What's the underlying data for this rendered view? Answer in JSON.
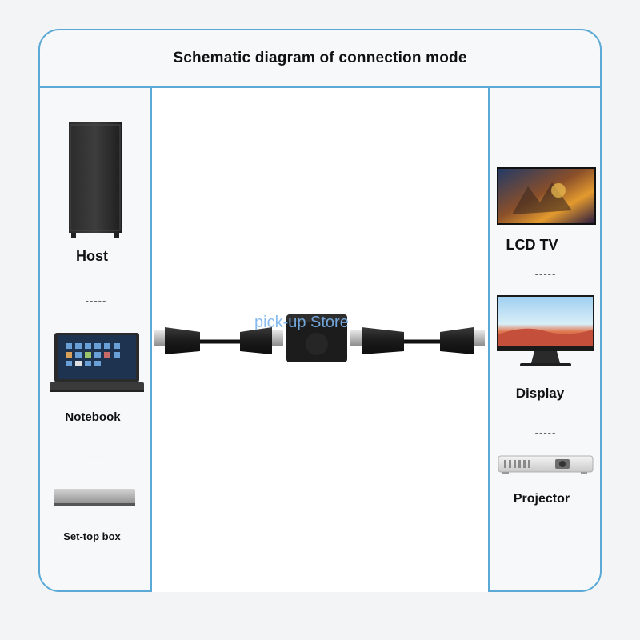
{
  "title": "Schematic diagram of connection mode",
  "left_devices": {
    "host": "Host",
    "notebook": "Notebook",
    "settop": "Set-top box",
    "separator": "-----"
  },
  "right_devices": {
    "lcd_tv": "LCD TV",
    "display": "Display",
    "projector": "Projector",
    "separator": "-----"
  },
  "watermark": "pick-up Store",
  "colors": {
    "border": "#5aa9d6",
    "watermark": "#7ab4ee"
  }
}
